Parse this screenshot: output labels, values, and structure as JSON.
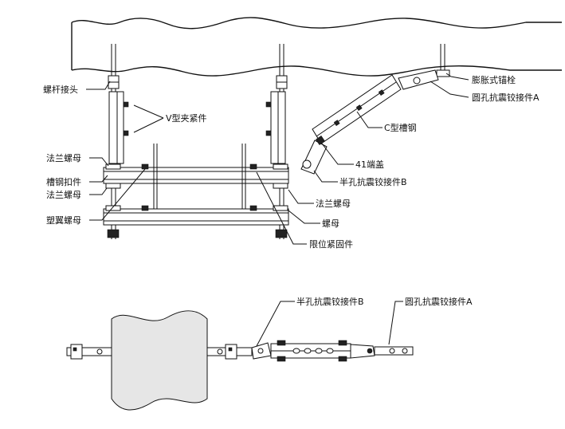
{
  "labels": {
    "rod_coupler": "螺杆接头",
    "v_clamp": "V型夹紧件",
    "flange_nut_top": "法兰螺母",
    "channel_buckle": "槽钢扣件",
    "flange_nut_mid": "法兰螺母",
    "plastic_wing_nut": "塑翼螺母",
    "expansion_anchor": "膨胀式锚栓",
    "round_hole_hinge_a": "圆孔抗震铰接件A",
    "c_channel": "C型槽钢",
    "end_cap_41": "41端盖",
    "half_hole_hinge_b": "半孔抗震铰接件B",
    "flange_nut_right": "法兰螺母",
    "nut": "螺母",
    "limit_fastener": "限位紧固件",
    "half_hole_hinge_b_lower": "半孔抗震铰接件B",
    "round_hole_hinge_a_lower": "圆孔抗震铰接件A"
  }
}
